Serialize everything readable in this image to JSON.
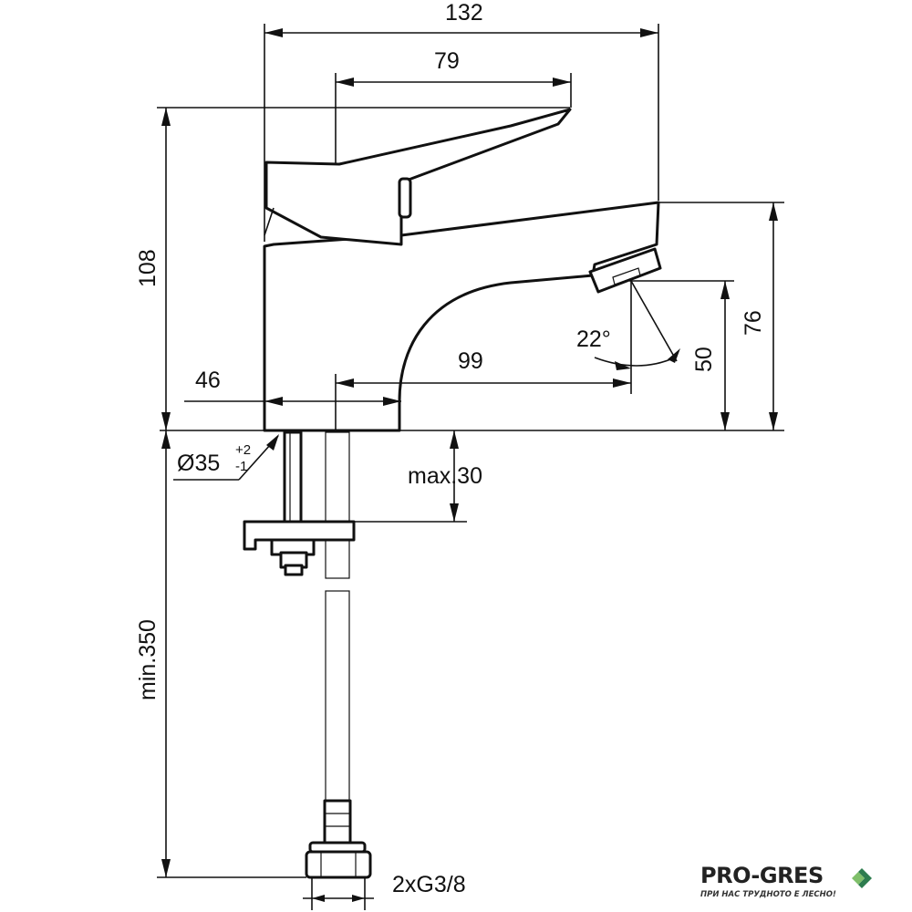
{
  "dimensions": {
    "overall_width": "132",
    "handle_width": "79",
    "overall_height": "108",
    "spout_height": "76",
    "outlet_height": "50",
    "spout_reach": "99",
    "base_offset": "46",
    "outlet_angle": "22°",
    "hole_diameter_value": "Ø35",
    "hole_tolerance_plus": "+2",
    "hole_tolerance_minus": "-1",
    "max_counter_thickness": "max.30",
    "min_hose_length": "min.350",
    "connection": "2xG3/8"
  },
  "logo": {
    "name": "PRO-GRES",
    "slogan": "ПРИ НАС ТРУДНОТО Е ЛЕСНО!",
    "colors": {
      "dark": "#2e7d4f",
      "light": "#7fbf6a"
    }
  }
}
